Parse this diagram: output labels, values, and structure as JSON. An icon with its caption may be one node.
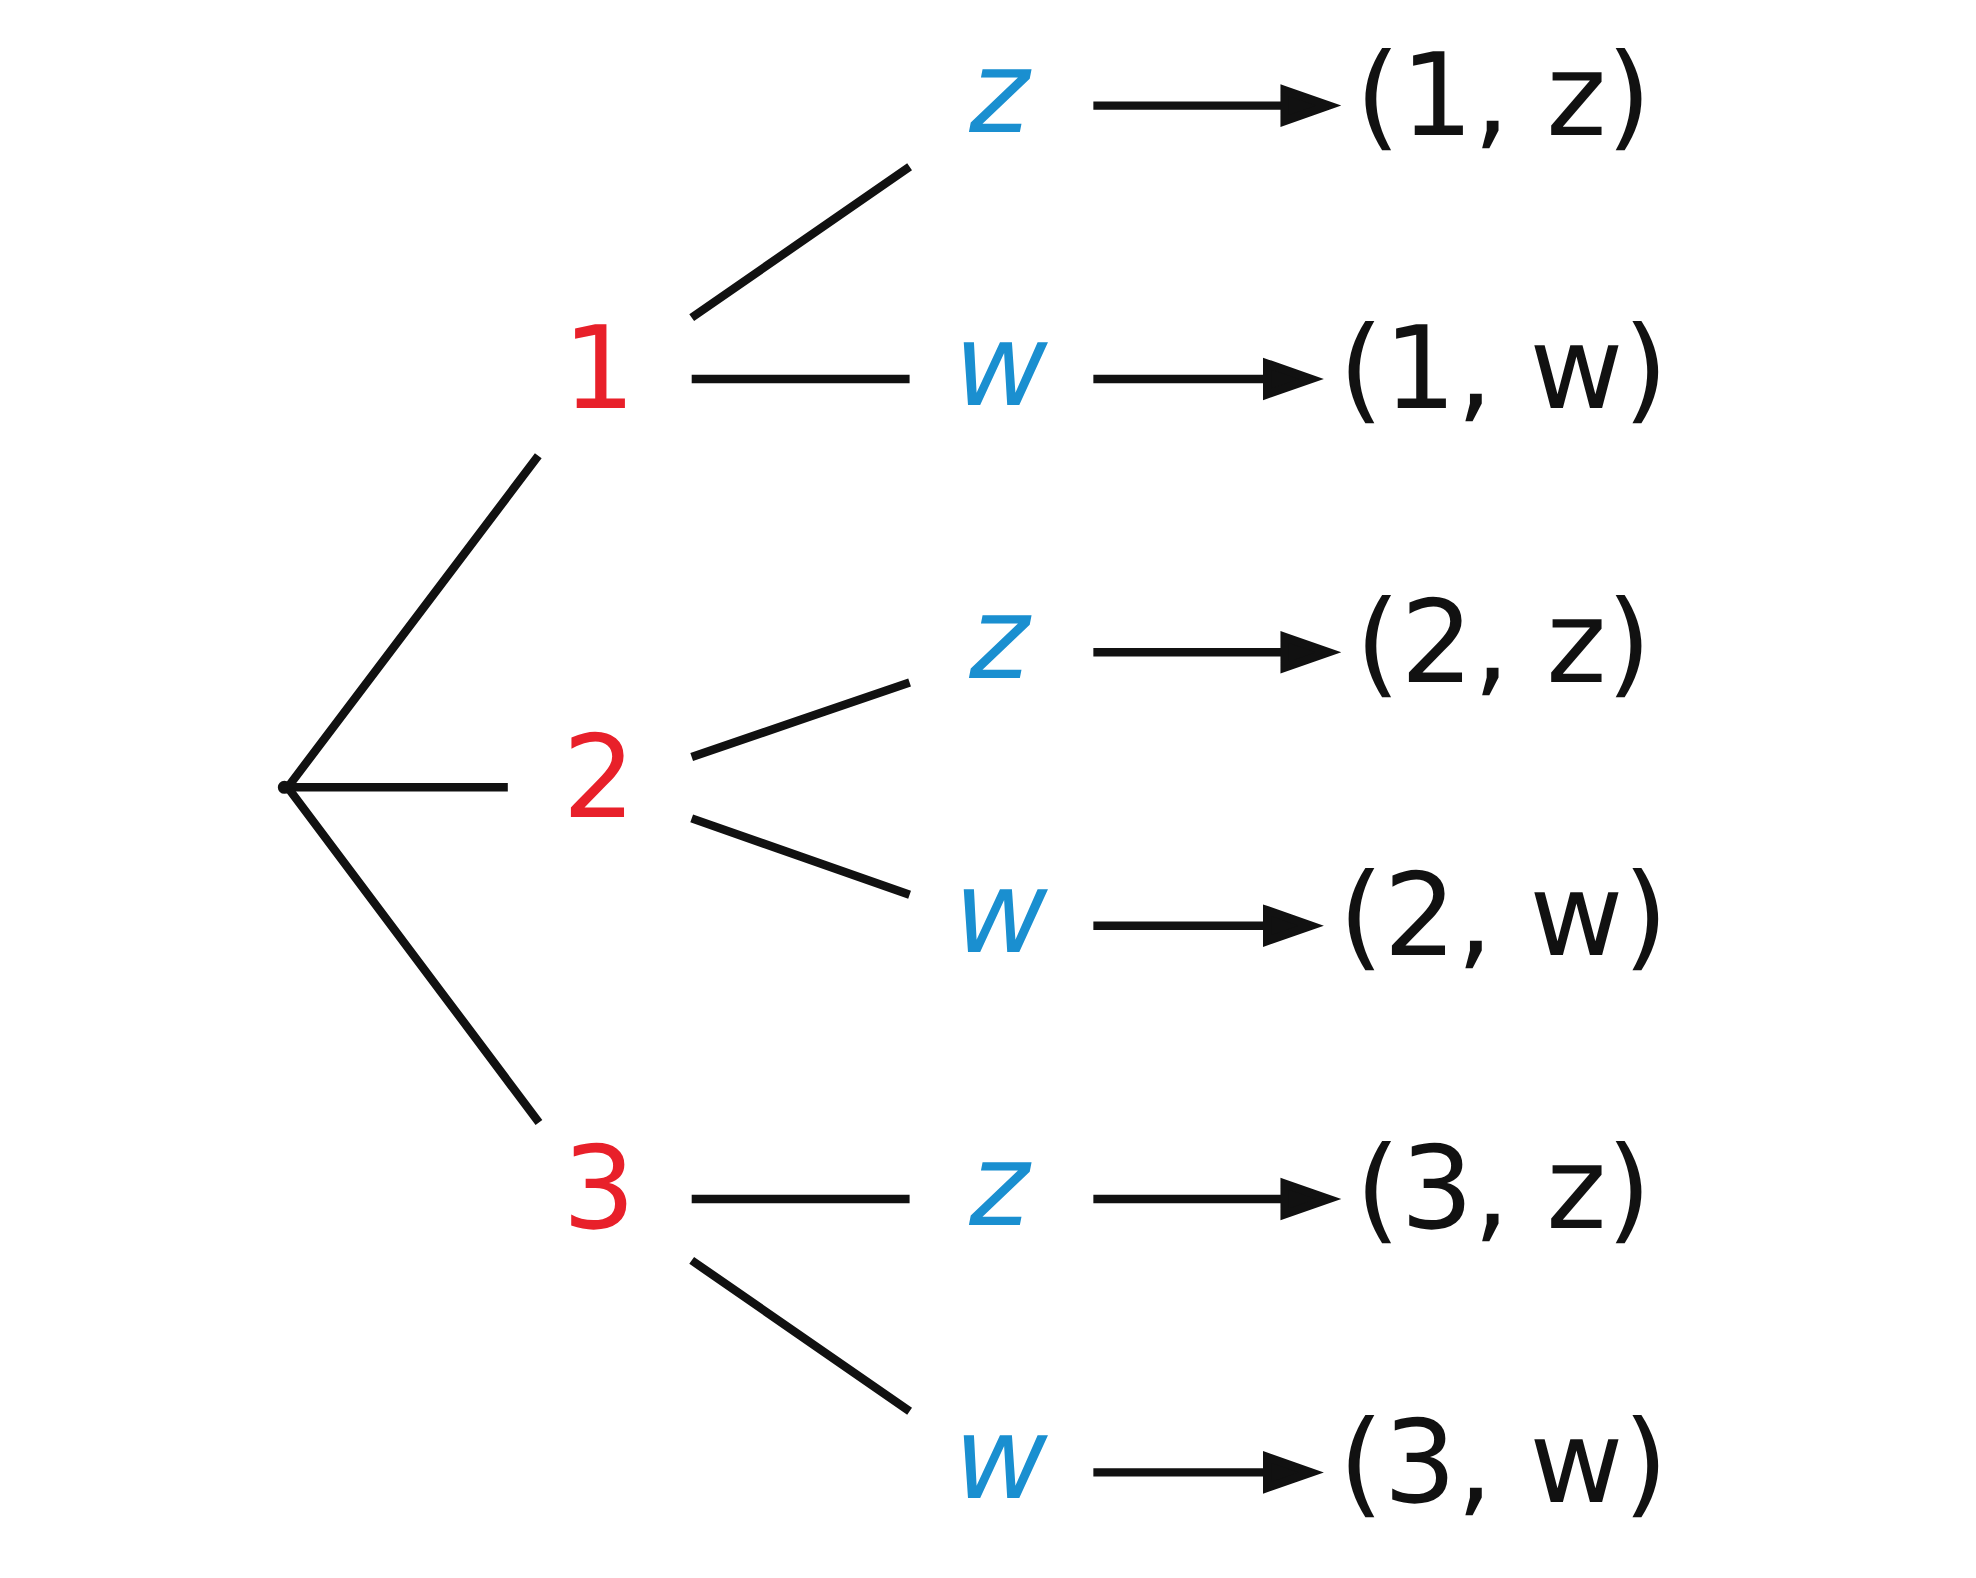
{
  "diagram": {
    "nodes": [
      {
        "text": [],
        "shape": "point"
      },
      {
        "text": [
          "1"
        ]
      },
      {
        "text": [
          "z"
        ]
      },
      {
        "text": [
          "(1, z)"
        ]
      },
      {
        "text": [
          "w"
        ]
      },
      {
        "text": [
          "(1, w)"
        ]
      },
      {
        "text": [
          "2"
        ]
      },
      {
        "text": [
          "z"
        ]
      },
      {
        "text": [
          "(2, z)"
        ]
      },
      {
        "text": [
          "w"
        ]
      },
      {
        "text": [
          "(2, w)"
        ]
      },
      {
        "text": [
          "3"
        ]
      },
      {
        "text": [
          "z"
        ]
      },
      {
        "text": [
          "(3, z)"
        ]
      },
      {
        "text": [
          "w"
        ]
      },
      {
        "text": [
          "(3, w)"
        ]
      }
    ],
    "edges": [
      {
        "from": 0,
        "to": 1,
        "arrow": "none"
      },
      {
        "from": 0,
        "to": 6,
        "arrow": "none"
      },
      {
        "from": 0,
        "to": 11,
        "arrow": "none"
      },
      {
        "from": 1,
        "to": 2,
        "arrow": "none"
      },
      {
        "from": 1,
        "to": 4,
        "arrow": "none"
      },
      {
        "from": 2,
        "to": 3,
        "arrow": "to"
      },
      {
        "from": 4,
        "to": 5,
        "arrow": "to"
      },
      {
        "from": 6,
        "to": 7,
        "arrow": "none"
      },
      {
        "from": 6,
        "to": 9,
        "arrow": "none"
      },
      {
        "from": 7,
        "to": 8,
        "arrow": "to"
      },
      {
        "from": 9,
        "to": 10,
        "arrow": "to"
      },
      {
        "from": 11,
        "to": 12,
        "arrow": "none"
      },
      {
        "from": 11,
        "to": 14,
        "arrow": "none"
      },
      {
        "from": 12,
        "to": 13,
        "arrow": "to"
      },
      {
        "from": 14,
        "to": 15,
        "arrow": "to"
      }
    ]
  }
}
